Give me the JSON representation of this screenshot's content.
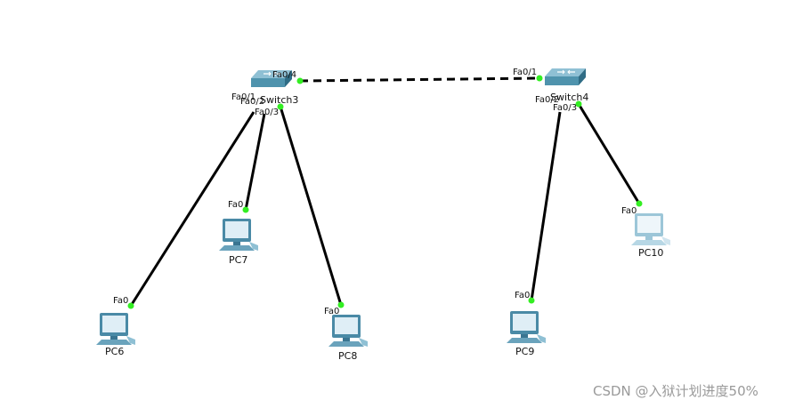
{
  "devices": {
    "switch3": {
      "label": "Switch3",
      "icon": "switch-icon"
    },
    "switch4": {
      "label": "Switch4",
      "icon": "switch-icon"
    },
    "pc6": {
      "label": "PC6",
      "icon": "pc-icon"
    },
    "pc7": {
      "label": "PC7",
      "icon": "pc-icon"
    },
    "pc8": {
      "label": "PC8",
      "icon": "pc-icon"
    },
    "pc9": {
      "label": "PC9",
      "icon": "pc-icon"
    },
    "pc10": {
      "label": "PC10",
      "icon": "pc-icon"
    }
  },
  "ports": {
    "sw3_fa04": "Fa0/4",
    "sw3_fa02": "Fa0/2",
    "sw3_fa03": "Fa0/3",
    "sw3_fa01": "Fa0/1",
    "sw4_fa01": "Fa0/1",
    "sw4_fa02": "Fa0/2",
    "sw4_fa03": "Fa0/3",
    "pc6_fa0": "Fa0",
    "pc7_fa0": "Fa0",
    "pc8_fa0": "Fa0",
    "pc9_fa0": "Fa0",
    "pc10_fa0": "Fa0"
  },
  "colors": {
    "link": "#000000",
    "link_up": "#33ee22",
    "switch_top": "#7fb3c8",
    "switch_side": "#3f7d96",
    "pc_frame": "#4a8aa6",
    "pc_screen": "#dfeef6"
  },
  "watermark": "CSDN @入狱计划进度50%"
}
